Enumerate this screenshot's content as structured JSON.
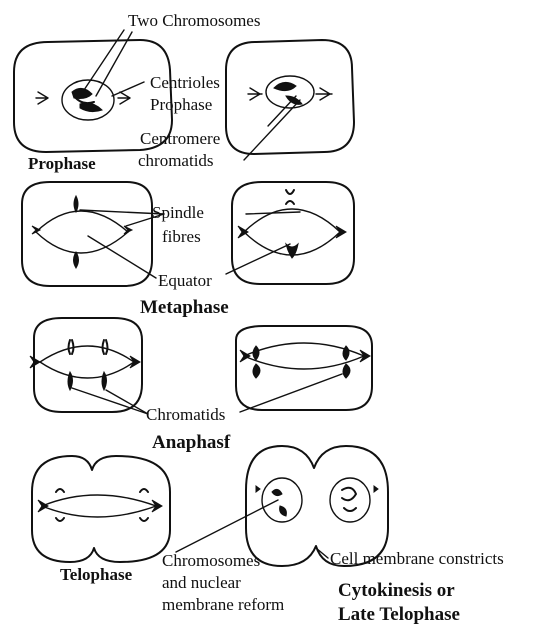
{
  "labels": {
    "two_chromosomes": "Two Chromosomes",
    "centrioles": "Centrioles",
    "prophase_inline": "Prophase",
    "centromere": "Centromere",
    "chromatids_top": "chromatids",
    "prophase_title": "Prophase",
    "spindle": "Spindle",
    "fibres": "fibres",
    "equator": "Equator",
    "metaphase_title": "Metaphase",
    "chromatids_mid": "Chromatids",
    "anaphase_title": "Anaphasf",
    "telophase_title": "Telophase",
    "chrom_reform_1": "Chromosomes",
    "chrom_reform_2": "and nuclear",
    "chrom_reform_3": "membrane reform",
    "cell_membrane": "Cell membrane constricts",
    "cytokinesis_1": "Cytokinesis or",
    "cytokinesis_2": "Late Telophase"
  }
}
